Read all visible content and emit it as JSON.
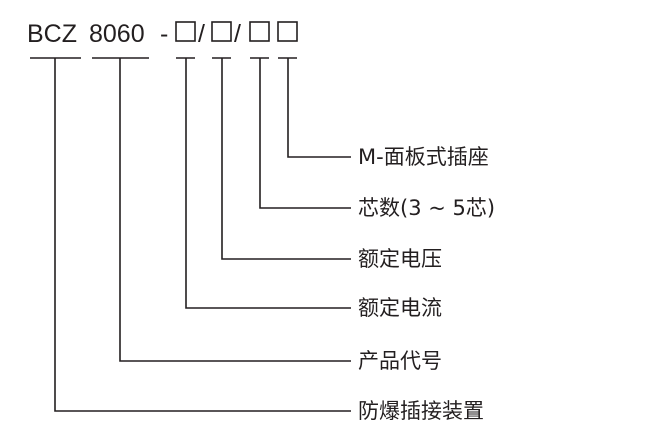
{
  "model_code": {
    "prefix": "BCZ",
    "series": "8060",
    "dash": "-",
    "slash_1": "/",
    "slash_2": "/"
  },
  "labels": {
    "panel_socket": "M-面板式插座",
    "cores": "芯数(3 ~ 5芯)",
    "rated_voltage": "额定电压",
    "rated_current": "额定电流",
    "product_code": "产品代号",
    "device_type": "防爆插接装置"
  }
}
